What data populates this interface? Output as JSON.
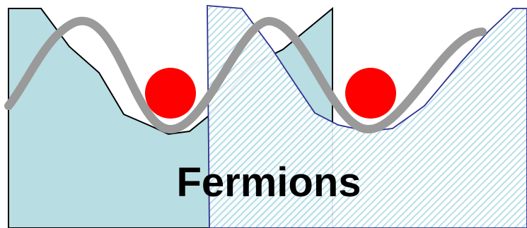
{
  "title": "Fermions",
  "colors": {
    "left_fill": "#b8dde2",
    "left_outline": "#000000",
    "hatch_stripe": "#a9d8e2",
    "hatch_outline": "#2d3192",
    "lattice_curve": "#9a9a9a",
    "particle": "#ff0000"
  },
  "particles": [
    {
      "name": "fermion-left"
    },
    {
      "name": "fermion-right"
    }
  ]
}
